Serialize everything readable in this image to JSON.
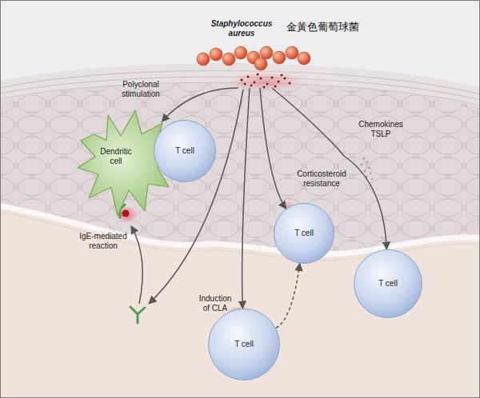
{
  "diagram": {
    "nodes": [
      {
        "text": [
          "Staphylococcus aureus",
          "金黃色葡萄球菌"
        ]
      },
      {
        "text": [
          "Dendritic cell"
        ]
      },
      {
        "text": [
          "T cell"
        ]
      },
      {
        "text": [
          "T cell"
        ]
      },
      {
        "text": [
          "T cell"
        ]
      },
      {
        "text": [
          "T cell"
        ]
      }
    ],
    "edges": [
      {
        "from": 0,
        "to": 1,
        "label": "Polyclonal stimulation",
        "arrow": "to"
      },
      {
        "from": 0,
        "to": 3,
        "label": "Corticosteroid resistance",
        "arrow": "to"
      },
      {
        "from": 0,
        "to": 4,
        "label": "Induction of CLA",
        "arrow": "to"
      },
      {
        "from": 0,
        "to": 5,
        "label": "Chemokines TSLP",
        "arrow": "to"
      },
      {
        "from": 4,
        "to": 3,
        "arrow": "to"
      }
    ],
    "labels": [
      "IgE-mediated reaction"
    ]
  }
}
